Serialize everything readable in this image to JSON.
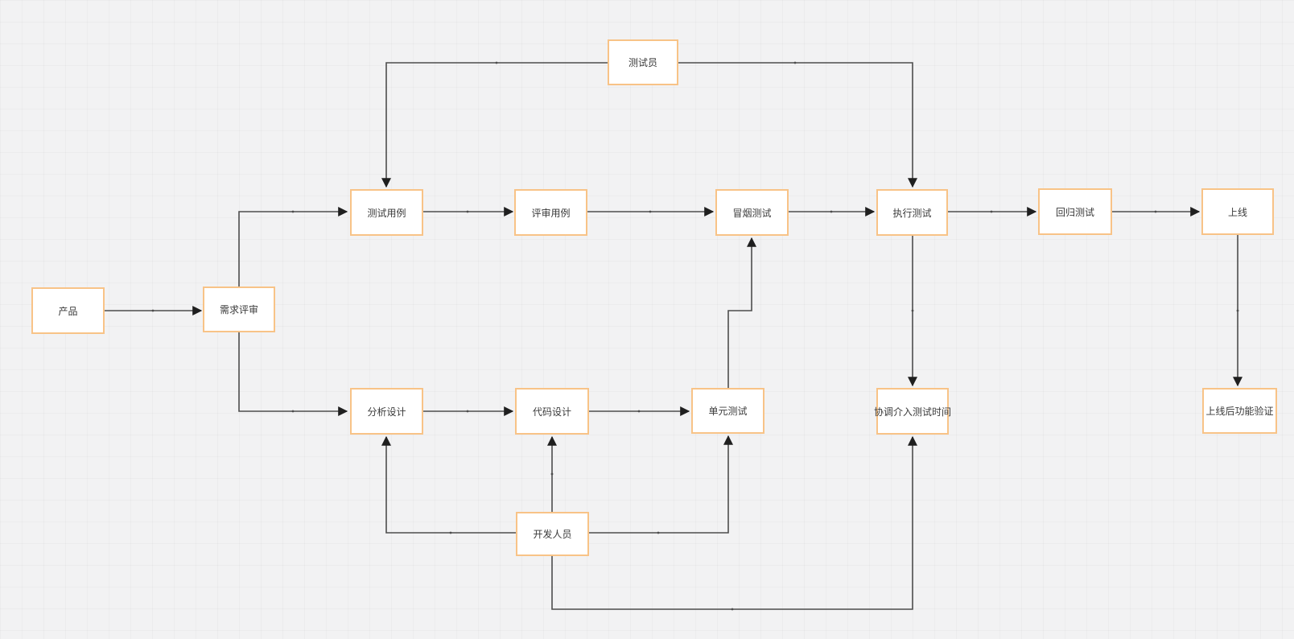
{
  "diagram": {
    "type": "flowchart",
    "colors": {
      "canvas_bg": "#F2F2F3",
      "node_fill": "#FFFFFF",
      "node_border": "#F8C387",
      "connector": "#4D4D4D",
      "arrowhead": "#1F1F1F",
      "text": "#3A3A3A"
    },
    "nodes": {
      "tester": {
        "label": "测试员"
      },
      "product": {
        "label": "产品"
      },
      "requirement_review": {
        "label": "需求评审"
      },
      "test_cases": {
        "label": "测试用例"
      },
      "case_review": {
        "label": "评审用例"
      },
      "smoke_test": {
        "label": "冒烟测试"
      },
      "execute_test": {
        "label": "执行测试"
      },
      "regression_test": {
        "label": "回归测试"
      },
      "launch": {
        "label": "上线"
      },
      "analysis_design": {
        "label": "分析设计"
      },
      "code_design": {
        "label": "代码设计"
      },
      "unit_test": {
        "label": "单元测试"
      },
      "coordinate_test_time": {
        "label": "协调介入测试时间"
      },
      "post_launch_verification": {
        "label": "上线后功能验证"
      },
      "developer": {
        "label": "开发人员"
      }
    },
    "edges": [
      {
        "from": "product",
        "to": "requirement_review"
      },
      {
        "from": "requirement_review",
        "to": "test_cases"
      },
      {
        "from": "requirement_review",
        "to": "analysis_design"
      },
      {
        "from": "test_cases",
        "to": "case_review"
      },
      {
        "from": "case_review",
        "to": "smoke_test"
      },
      {
        "from": "smoke_test",
        "to": "execute_test"
      },
      {
        "from": "execute_test",
        "to": "regression_test"
      },
      {
        "from": "regression_test",
        "to": "launch"
      },
      {
        "from": "tester",
        "to": "test_cases"
      },
      {
        "from": "tester",
        "to": "execute_test"
      },
      {
        "from": "analysis_design",
        "to": "code_design"
      },
      {
        "from": "code_design",
        "to": "unit_test"
      },
      {
        "from": "unit_test",
        "to": "smoke_test"
      },
      {
        "from": "execute_test",
        "to": "coordinate_test_time"
      },
      {
        "from": "launch",
        "to": "post_launch_verification"
      },
      {
        "from": "developer",
        "to": "analysis_design"
      },
      {
        "from": "developer",
        "to": "code_design"
      },
      {
        "from": "developer",
        "to": "unit_test"
      },
      {
        "from": "developer",
        "to": "coordinate_test_time"
      }
    ]
  }
}
